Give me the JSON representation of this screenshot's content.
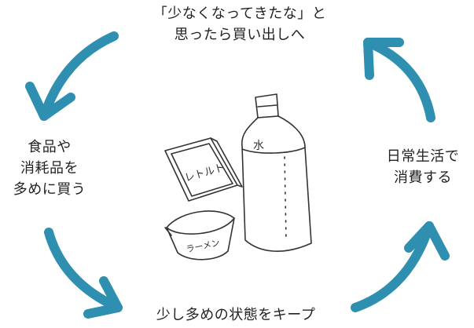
{
  "cycle": {
    "top": {
      "line1": "「少なくなってきたな」と",
      "line2": "思ったら買い出しへ"
    },
    "left": {
      "line1": "食品や",
      "line2": "消耗品を",
      "line3": "多めに買う"
    },
    "bottom": {
      "line1": "少し多めの状態をキープ"
    },
    "right": {
      "line1": "日常生活で",
      "line2": "消費する"
    }
  },
  "illustration": {
    "pouch_label": "レトルト",
    "cup_label": "ラーメン",
    "bottle_label": "水"
  },
  "colors": {
    "arrow": "#2f8fb0",
    "text": "#222222",
    "sketch": "#333333"
  }
}
